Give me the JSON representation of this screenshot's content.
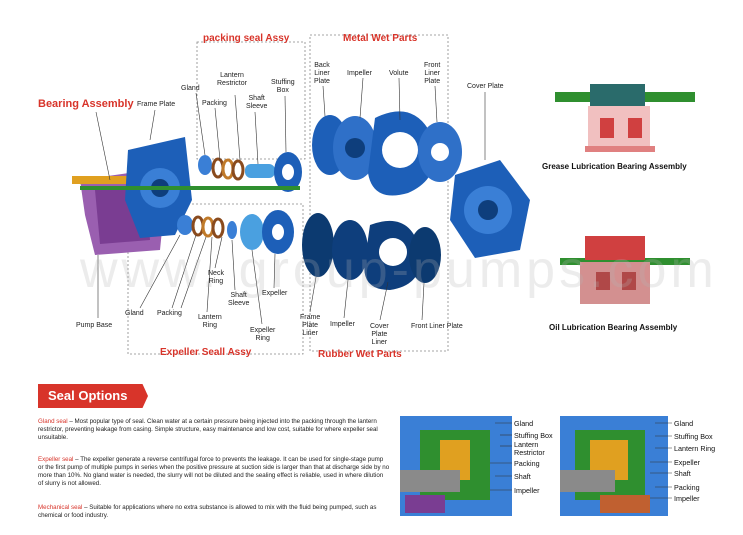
{
  "header_groups": {
    "packing_seal": "packing seal Assy",
    "metal_wet": "Metal Wet Parts",
    "bearing_assembly": "Bearing Assembly",
    "expeller_seal": "Expeller Seall Assy",
    "rubber_wet": "Rubber Wet Parts"
  },
  "top_labels": {
    "frame_plate": "Frame Plate",
    "gland": "Gland",
    "packing": "Packing",
    "lantern_restrictor": "Lantern\nRestrictor",
    "shaft_sleeve": "Shaft\nSleeve",
    "stuffing_box": "Stuffing\nBox",
    "back_liner_plate": "Back\nLiner\nPlate",
    "impeller": "Impeller",
    "volute": "Volute",
    "front_liner_plate": "Front\nLiner\nPlate",
    "cover_plate": "Cover Plate"
  },
  "bottom_labels": {
    "pump_base": "Pump Base",
    "gland": "Gland",
    "packing": "Packing",
    "lantern_ring": "Lantern\nRing",
    "neck_ring": "Neck\nRing",
    "shaft_sleeve": "Shaft\nSleeve",
    "expeller": "Expeller",
    "expeller_ring": "Expeller\nRing",
    "frame_plate_liner": "Frame\nPlate\nLiner",
    "impeller": "Impeller",
    "cover_plate_liner": "Cover\nPlate\nLiner",
    "front_liner_plate": "Front Liner Plate"
  },
  "assemblies": {
    "grease": "Grease Lubrication Bearing Assembly",
    "oil": "Oil Lubrication Bearing Assembly"
  },
  "seal_options": {
    "title": "Seal Options",
    "gland_seal_head": "Gland seal",
    "gland_seal_text": " – Most popular type of seal. Clean water at a certain pressure being injected into the packing through the lantern restrictor, preventing leakage from casing. Simple structure, easy maintenance and low cost, suitable for where expeller seal unsuitable.",
    "expeller_seal_head": "Expeller seal",
    "expeller_seal_text": " – The expeller generate a reverse centrifugal force to prevents the leakage. It can be used for single-stage pump or the first pump of multiple pumps in series when the positive pressure at suction side is larger than that at discharge side by no more than 10%. No gland water is needed, the slurry will not be diluted and the sealing effect is reliable, used in where dilution of slurry is not allowed.",
    "mechanical_seal_head": "Mechanical seal",
    "mechanical_seal_text": " – Suitable for applications where no  extra substance is allowed to mix with the fluid being pumped, such as chemical or  food industry."
  },
  "cross_section_left": [
    "Gland",
    "Stuffing Box",
    "Lantern\nRestrictor",
    "Packing",
    "Shaft",
    "Impeller"
  ],
  "cross_section_right": [
    "Gland",
    "Stuffing Box",
    "Lantern Ring",
    "Expeller",
    "Shaft",
    "Packing",
    "Impeller"
  ],
  "watermark": "www.   group-pumps.com",
  "colors": {
    "accent_red": "#d8342a",
    "pump_blue": "#1d5fb8",
    "base_purple": "#9a5fb0",
    "shaft_green": "#2f8f2f"
  }
}
